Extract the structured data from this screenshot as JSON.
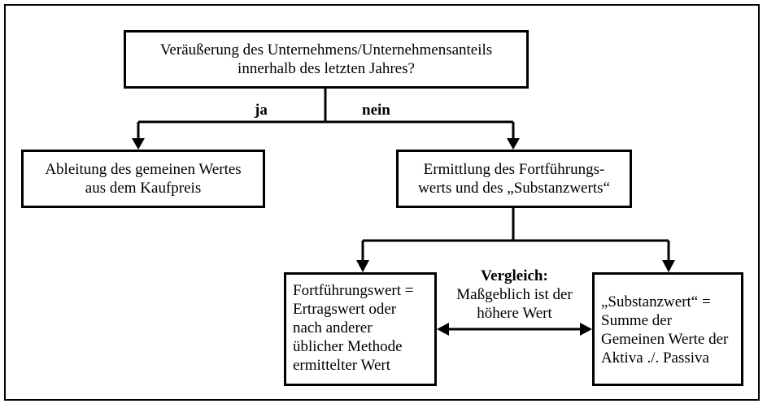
{
  "top_box": {
    "line1": "Veräußerung des Unternehmens/Unternehmensanteils",
    "line2": "innerhalb des letzten Jahres?"
  },
  "branch": {
    "yes": "ja",
    "no": "nein"
  },
  "left_box": {
    "line1": "Ableitung des gemeinen Wertes",
    "line2": "aus dem Kaufpreis"
  },
  "right_box": {
    "line1": "Ermittlung des Fortführungs-",
    "line2": "werts und des „Substanzwerts“"
  },
  "comparison": {
    "title": "Vergleich:",
    "line1": "Maßgeblich ist der",
    "line2": "höhere Wert"
  },
  "fortfuehrung_box": {
    "line1": "Fortführungswert =",
    "line2": "Ertragswert oder",
    "line3": "nach anderer",
    "line4": "üblicher Methode",
    "line5": "ermittelter Wert"
  },
  "substanz_box": {
    "line1": "„Substanzwert“ =",
    "line2": "Summe der",
    "line3": "Gemeinen Werte der",
    "line4": "Aktiva ./. Passiva"
  }
}
